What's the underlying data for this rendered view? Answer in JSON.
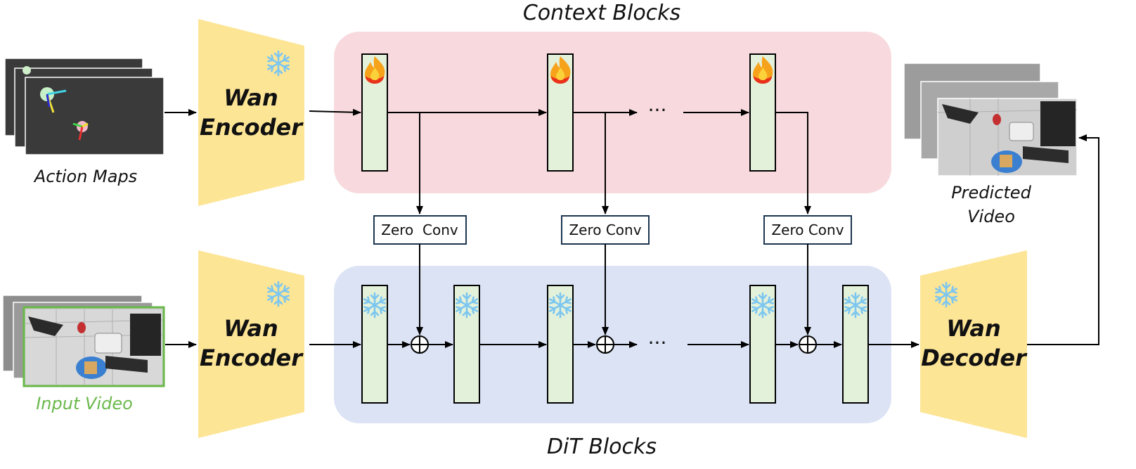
{
  "diagram": {
    "context_title": "Context Blocks",
    "dit_title": "DiT Blocks",
    "action_maps_label": "Action Maps",
    "input_video_label": "Input Video",
    "predicted_video_label_line1": "Predicted",
    "predicted_video_label_line2": "Video",
    "encoder_top_line1": "Wan",
    "encoder_top_line2": "Encoder",
    "encoder_bottom_line1": "Wan",
    "encoder_bottom_line2": "Encoder",
    "decoder_line1": "Wan",
    "decoder_line2": "Decoder",
    "zero_conv_1": "Zero  Conv",
    "zero_conv_2": "Zero Conv",
    "zero_conv_3": "Zero Conv",
    "ellipsis": "···"
  },
  "colors": {
    "context_panel": "#f8dade",
    "dit_panel": "#dbe3f5",
    "block_fill": "#e4f1da",
    "encoder_fill": "#fde596",
    "input_video_frame": "#6ab84a",
    "input_video_text": "#6ab84a",
    "snowflake": "#7cc6ef",
    "fire_outer": "#f7a21b",
    "fire_inner": "#e8321c"
  },
  "icons": {
    "frozen": "snowflake-icon",
    "trainable": "fire-icon",
    "add": "plus-circle-icon"
  }
}
